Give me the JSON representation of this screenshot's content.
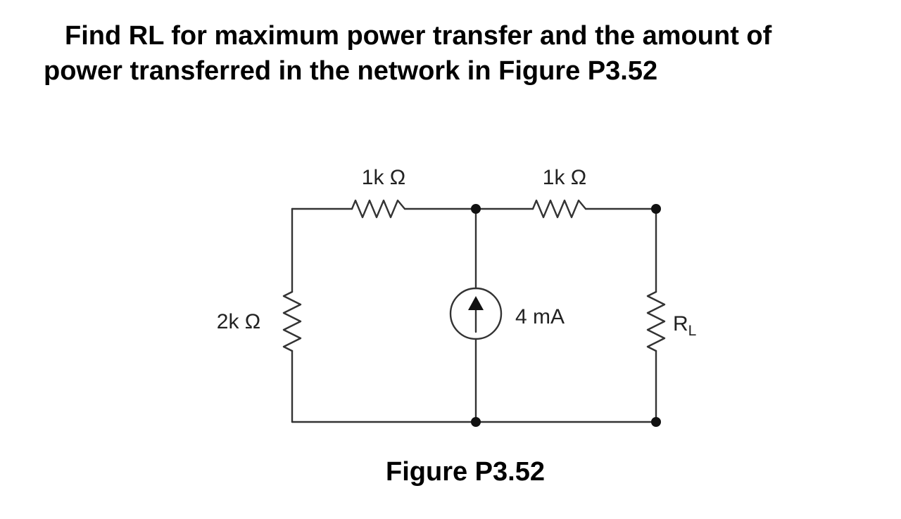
{
  "question": {
    "line1": "Find RL for maximum power transfer and the amount of",
    "line2": "power transferred in the network in Figure P3.52"
  },
  "circuit": {
    "r1_label": "1k Ω",
    "r2_label": "1k Ω",
    "r3_label": "2k Ω",
    "source_label": "4 mA",
    "rl_label_main": "R",
    "rl_label_sub": "L",
    "wire_color": "#333333"
  },
  "caption": "Figure P3.52"
}
